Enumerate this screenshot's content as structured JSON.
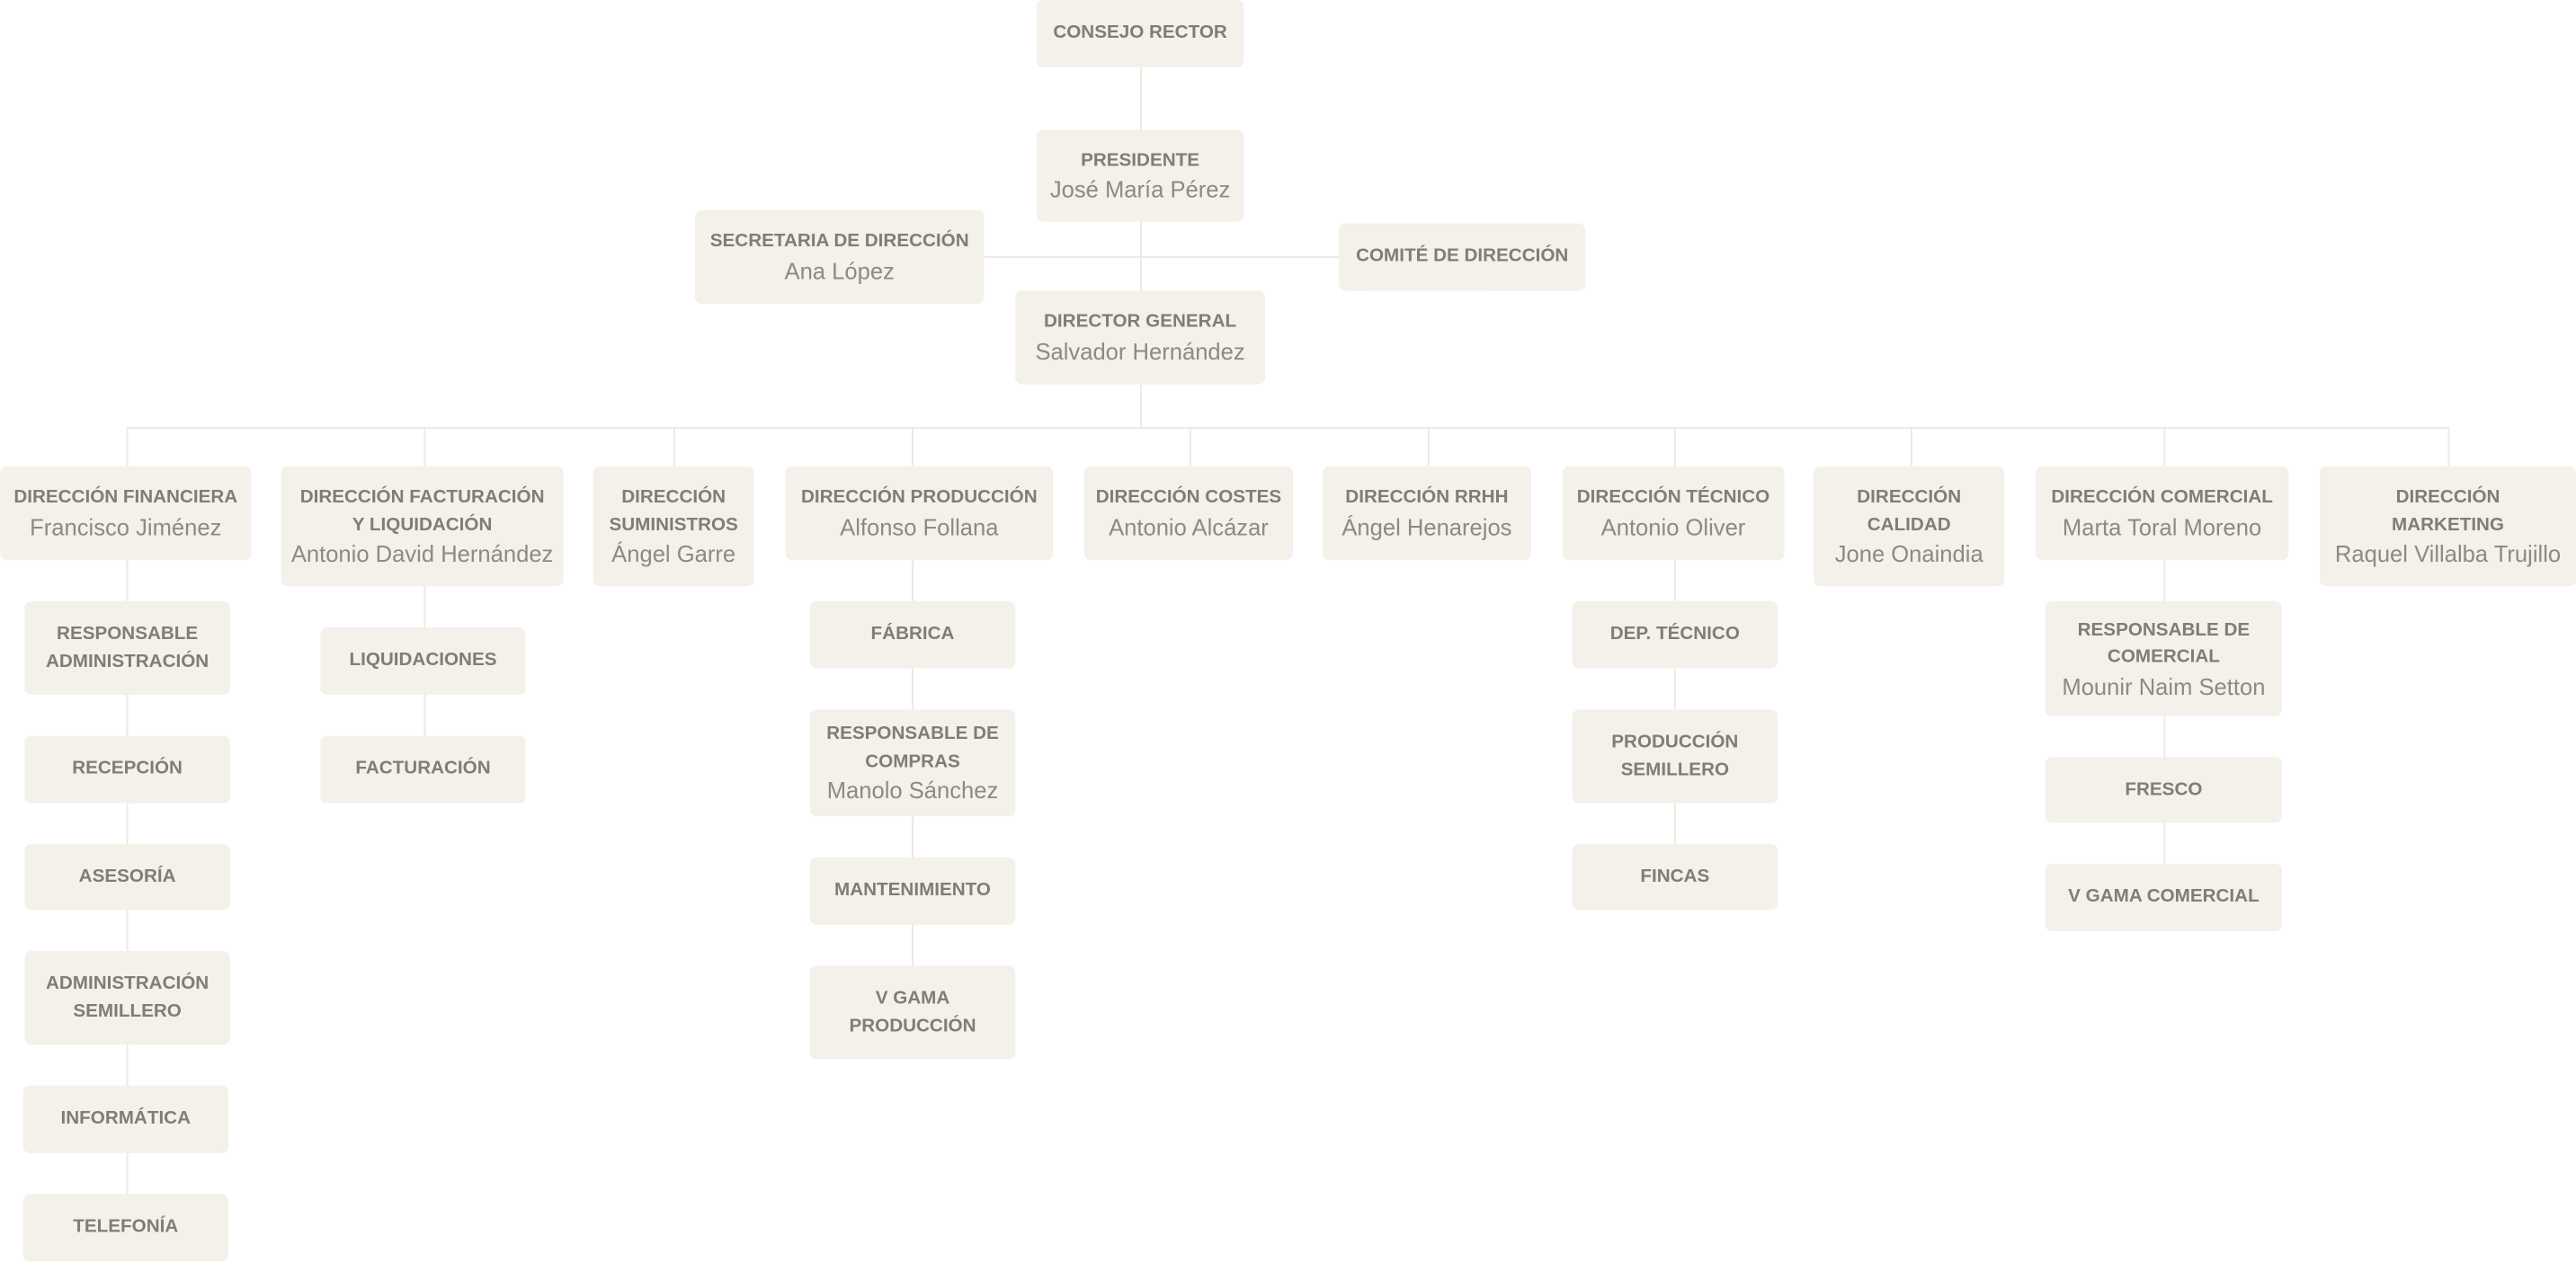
{
  "nodes": {
    "consejo": {
      "title": "CONSEJO RECTOR"
    },
    "presidente": {
      "title": "PRESIDENTE",
      "name": "José María Pérez"
    },
    "secretaria": {
      "title": "SECRETARIA DE DIRECCIÓN",
      "name": "Ana López"
    },
    "comite": {
      "title": "COMITÉ DE DIRECCIÓN"
    },
    "director": {
      "title": "DIRECTOR GENERAL",
      "name": "Salvador Hernández"
    },
    "financiera": {
      "title": "DIRECCIÓN FINANCIERA",
      "name": "Francisco Jiménez"
    },
    "facturacion": {
      "title": "DIRECCIÓN FACTURACIÓN Y LIQUIDACIÓN",
      "name": "Antonio David Hernández"
    },
    "suministros": {
      "title": "DIRECCIÓN SUMINISTROS",
      "name": "Ángel Garre"
    },
    "produccion": {
      "title": "DIRECCIÓN PRODUCCIÓN",
      "name": "Alfonso Follana"
    },
    "costes": {
      "title": "DIRECCIÓN COSTES",
      "name": "Antonio Alcázar"
    },
    "rrhh": {
      "title": "DIRECCIÓN RRHH",
      "name": "Ángel Henarejos"
    },
    "tecnico": {
      "title": "DIRECCIÓN TÉCNICO",
      "name": "Antonio Oliver"
    },
    "calidad": {
      "title": "DIRECCIÓN CALIDAD",
      "name": "Jone Onaindia"
    },
    "comercial": {
      "title": "DIRECCIÓN COMERCIAL",
      "name": "Marta Toral Moreno"
    },
    "marketing": {
      "title": "DIRECCIÓN MARKETING",
      "name": "Raquel Villalba Trujillo"
    },
    "resp_admin": {
      "title": "RESPONSABLE ADMINISTRACIÓN"
    },
    "recepcion": {
      "title": "RECEPCIÓN"
    },
    "asesoria": {
      "title": "ASESORÍA"
    },
    "admin_semillero": {
      "title": "ADMINISTRACIÓN SEMILLERO"
    },
    "informatica": {
      "title": "INFORMÁTICA"
    },
    "telefonia": {
      "title": "TELEFONÍA"
    },
    "liquidaciones": {
      "title": "LIQUIDACIONES"
    },
    "fact": {
      "title": "FACTURACIÓN"
    },
    "fabrica": {
      "title": "FÁBRICA"
    },
    "resp_compras": {
      "title": "RESPONSABLE DE COMPRAS",
      "name": "Manolo Sánchez"
    },
    "mantenimiento": {
      "title": "MANTENIMIENTO"
    },
    "vgama_prod": {
      "title": "V GAMA PRODUCCIÓN"
    },
    "dep_tecnico": {
      "title": "DEP. TÉCNICO"
    },
    "prod_semillero": {
      "title": "PRODUCCIÓN SEMILLERO"
    },
    "fincas": {
      "title": "FINCAS"
    },
    "resp_comercial": {
      "title": "RESPONSABLE DE COMERCIAL",
      "name": "Mounir Naim Setton"
    },
    "fresco": {
      "title": "FRESCO"
    },
    "vgama_com": {
      "title": "V GAMA COMERCIAL"
    }
  },
  "colors": {
    "box": "#f4f0ea",
    "text": "#7f7d78",
    "line": "#ece8e2"
  }
}
